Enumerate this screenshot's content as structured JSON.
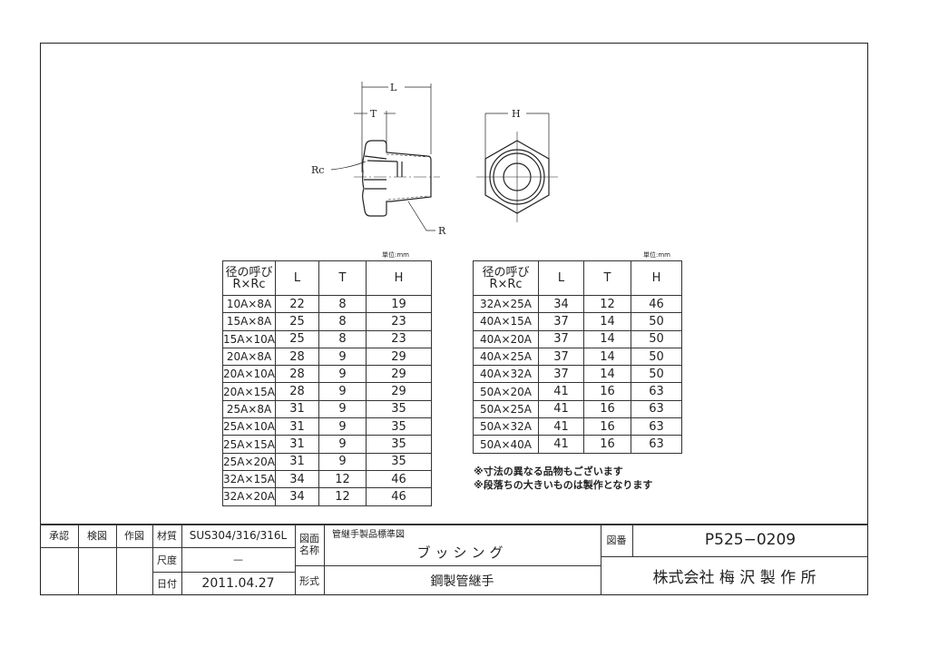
{
  "drawing": {
    "labels": {
      "L": "L",
      "T": "T",
      "H": "H",
      "Rc": "Rc",
      "R": "R"
    }
  },
  "unit_label": "単位:mm",
  "table_headers": {
    "size": "径の呼び",
    "size2": "R×Rc",
    "L": "L",
    "T": "T",
    "H": "H"
  },
  "left_table": [
    [
      "10A×8A",
      "22",
      "8",
      "19"
    ],
    [
      "15A×8A",
      "25",
      "8",
      "23"
    ],
    [
      "15A×10A",
      "25",
      "8",
      "23"
    ],
    [
      "20A×8A",
      "28",
      "9",
      "29"
    ],
    [
      "20A×10A",
      "28",
      "9",
      "29"
    ],
    [
      "20A×15A",
      "28",
      "9",
      "29"
    ],
    [
      "25A×8A",
      "31",
      "9",
      "35"
    ],
    [
      "25A×10A",
      "31",
      "9",
      "35"
    ],
    [
      "25A×15A",
      "31",
      "9",
      "35"
    ],
    [
      "25A×20A",
      "31",
      "9",
      "35"
    ],
    [
      "32A×15A",
      "34",
      "12",
      "46"
    ],
    [
      "32A×20A",
      "34",
      "12",
      "46"
    ]
  ],
  "right_table": [
    [
      "32A×25A",
      "34",
      "12",
      "46"
    ],
    [
      "40A×15A",
      "37",
      "14",
      "50"
    ],
    [
      "40A×20A",
      "37",
      "14",
      "50"
    ],
    [
      "40A×25A",
      "37",
      "14",
      "50"
    ],
    [
      "40A×32A",
      "37",
      "14",
      "50"
    ],
    [
      "50A×20A",
      "41",
      "16",
      "63"
    ],
    [
      "50A×25A",
      "41",
      "16",
      "63"
    ],
    [
      "50A×32A",
      "41",
      "16",
      "63"
    ],
    [
      "50A×40A",
      "41",
      "16",
      "63"
    ]
  ],
  "notes": [
    "※寸法の異なる品物もございます",
    "※段落ちの大きいものは製作となります"
  ],
  "title_block": {
    "approve": "承認",
    "check": "検図",
    "draw": "作図",
    "material_label": "材質",
    "material": "SUS304/316/316L",
    "scale_label": "尺度",
    "scale": "—",
    "date_label": "日付",
    "date": "2011.04.27",
    "drawing_name_label": "図面\n名称",
    "drawing_series": "管継手製品標準図",
    "drawing_name": "ブッシング",
    "type_label": "形式",
    "type": "鋼製管継手",
    "drawing_no_label": "図番",
    "drawing_no": "P525−0209",
    "company": "株式会社 梅 沢 製 作 所"
  }
}
